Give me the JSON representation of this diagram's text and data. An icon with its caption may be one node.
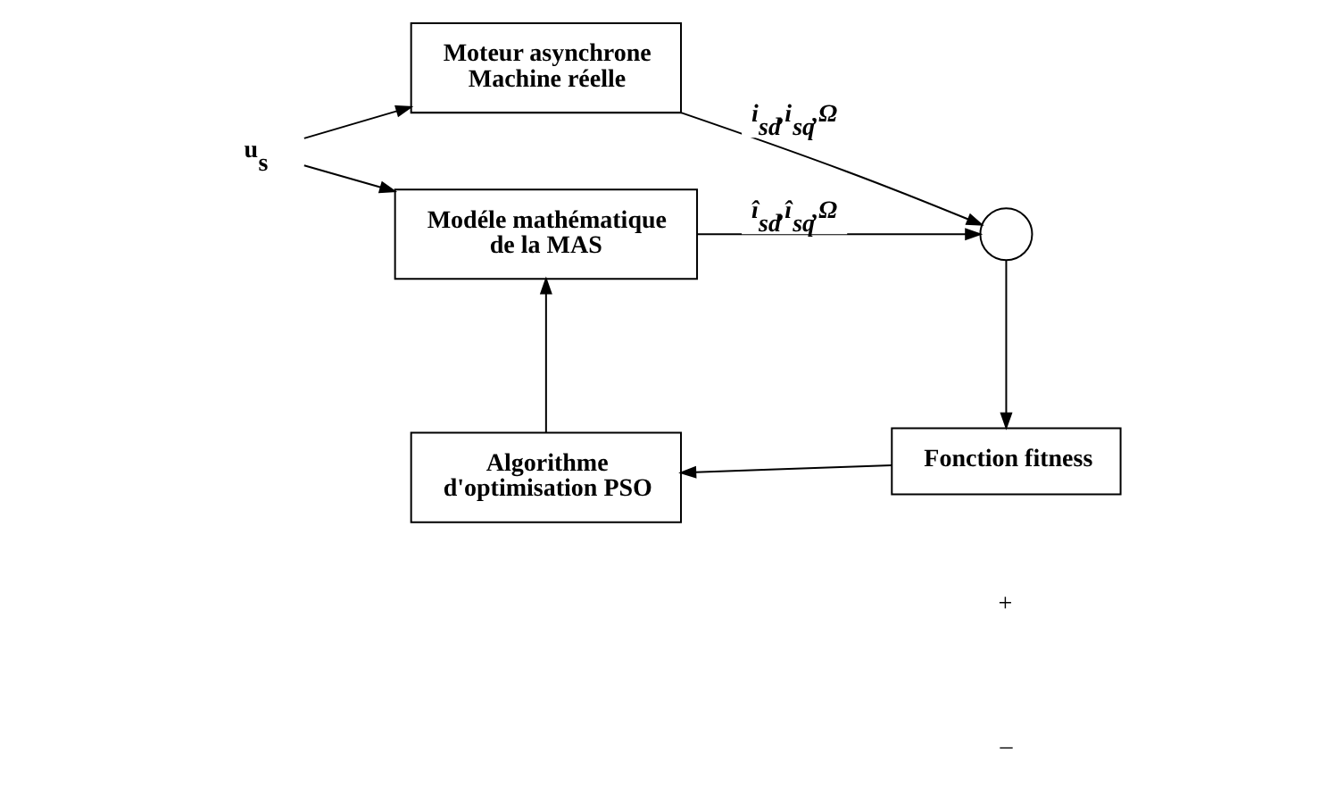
{
  "diagram": {
    "nodes": [
      {
        "text": [
          "u$_{s}$"
        ]
      },
      {
        "text": [
          "Moteur asynchrone Machine réelle"
        ]
      },
      {
        "text": [
          "Modéle mathématique de la MAS"
        ]
      },
      {
        "text": [],
        "shape": "circle"
      },
      {
        "text": [
          "Fonction fitness"
        ]
      },
      {
        "text": [
          "Algorithme d'optimisation PSO"
        ]
      }
    ],
    "edges": [
      {
        "from": 0,
        "to": 1,
        "arrow": "to"
      },
      {
        "from": 0,
        "to": 2,
        "arrow": "to"
      },
      {
        "from": 1,
        "to": 3,
        "arrow": "to",
        "label": "i$_{sd}$,i$_{sq}$,Ω"
      },
      {
        "from": 2,
        "to": 3,
        "arrow": "to",
        "label": "î$_{sd}$,î$_{sq}$,Ω"
      },
      {
        "from": 3,
        "to": 4,
        "arrow": "to"
      },
      {
        "from": 4,
        "to": 5,
        "arrow": "to"
      },
      {
        "from": 5,
        "to": 2,
        "arrow": "to"
      }
    ],
    "labels": [
      "+",
      "–"
    ]
  }
}
